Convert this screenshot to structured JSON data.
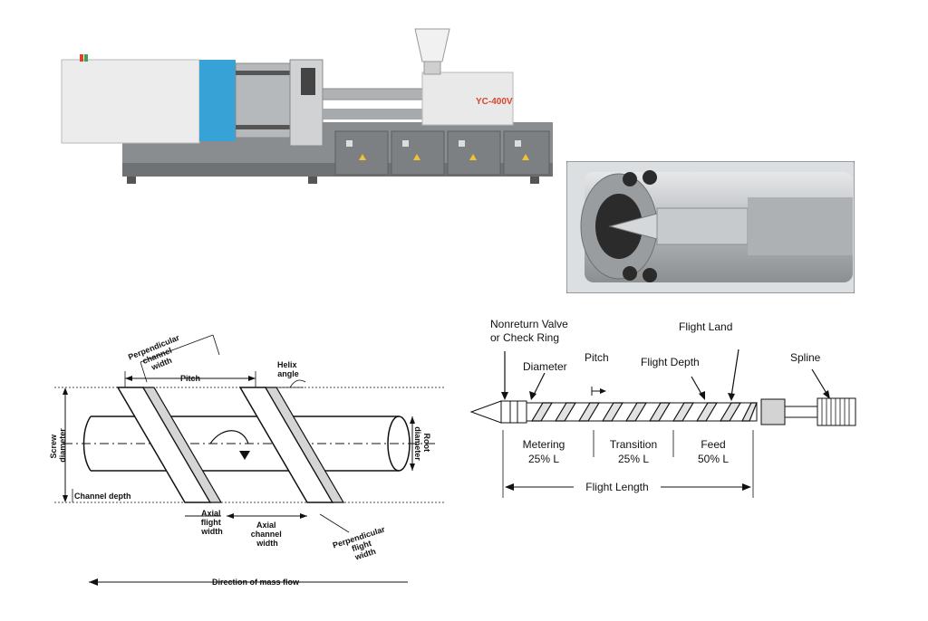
{
  "machine": {
    "model_plate": "YC-400V",
    "colors": {
      "body": "#ececec",
      "accent_blue": "#36a2d6",
      "base": "#8a8d90",
      "label_red": "#d9452e"
    }
  },
  "nozzle_photo": {
    "colors": {
      "metal": "#c9ccce",
      "dark": "#2b2b2b"
    }
  },
  "screw_geometry": {
    "labels": {
      "perpendicular_channel_width": [
        "Perpendicular",
        "channel",
        "width"
      ],
      "pitch": "Pitch",
      "helix_angle": [
        "Helix",
        "angle"
      ],
      "screw_diameter": [
        "Screw",
        "diameter"
      ],
      "root_diameter": [
        "Root",
        "diameter"
      ],
      "channel_depth": "Channel depth",
      "axial_flight_width": [
        "Axial",
        "flight",
        "width"
      ],
      "axial_channel_width": [
        "Axial",
        "channel",
        "width"
      ],
      "perpendicular_flight_width": [
        "Perpendicular",
        "flight",
        "width"
      ],
      "direction_of_mass_flow": "Direction of mass flow"
    }
  },
  "screw_zones": {
    "labels": {
      "nonreturn_valve": [
        "Nonreturn Valve",
        "or Check Ring"
      ],
      "diameter": "Diameter",
      "pitch": "Pitch",
      "flight_depth": "Flight Depth",
      "flight_land": "Flight Land",
      "spline": "Spline",
      "flight_length": "Flight Length"
    },
    "zones": [
      {
        "name": "Metering",
        "share": "25% L"
      },
      {
        "name": "Transition",
        "share": "25% L"
      },
      {
        "name": "Feed",
        "share": "50% L"
      }
    ]
  }
}
